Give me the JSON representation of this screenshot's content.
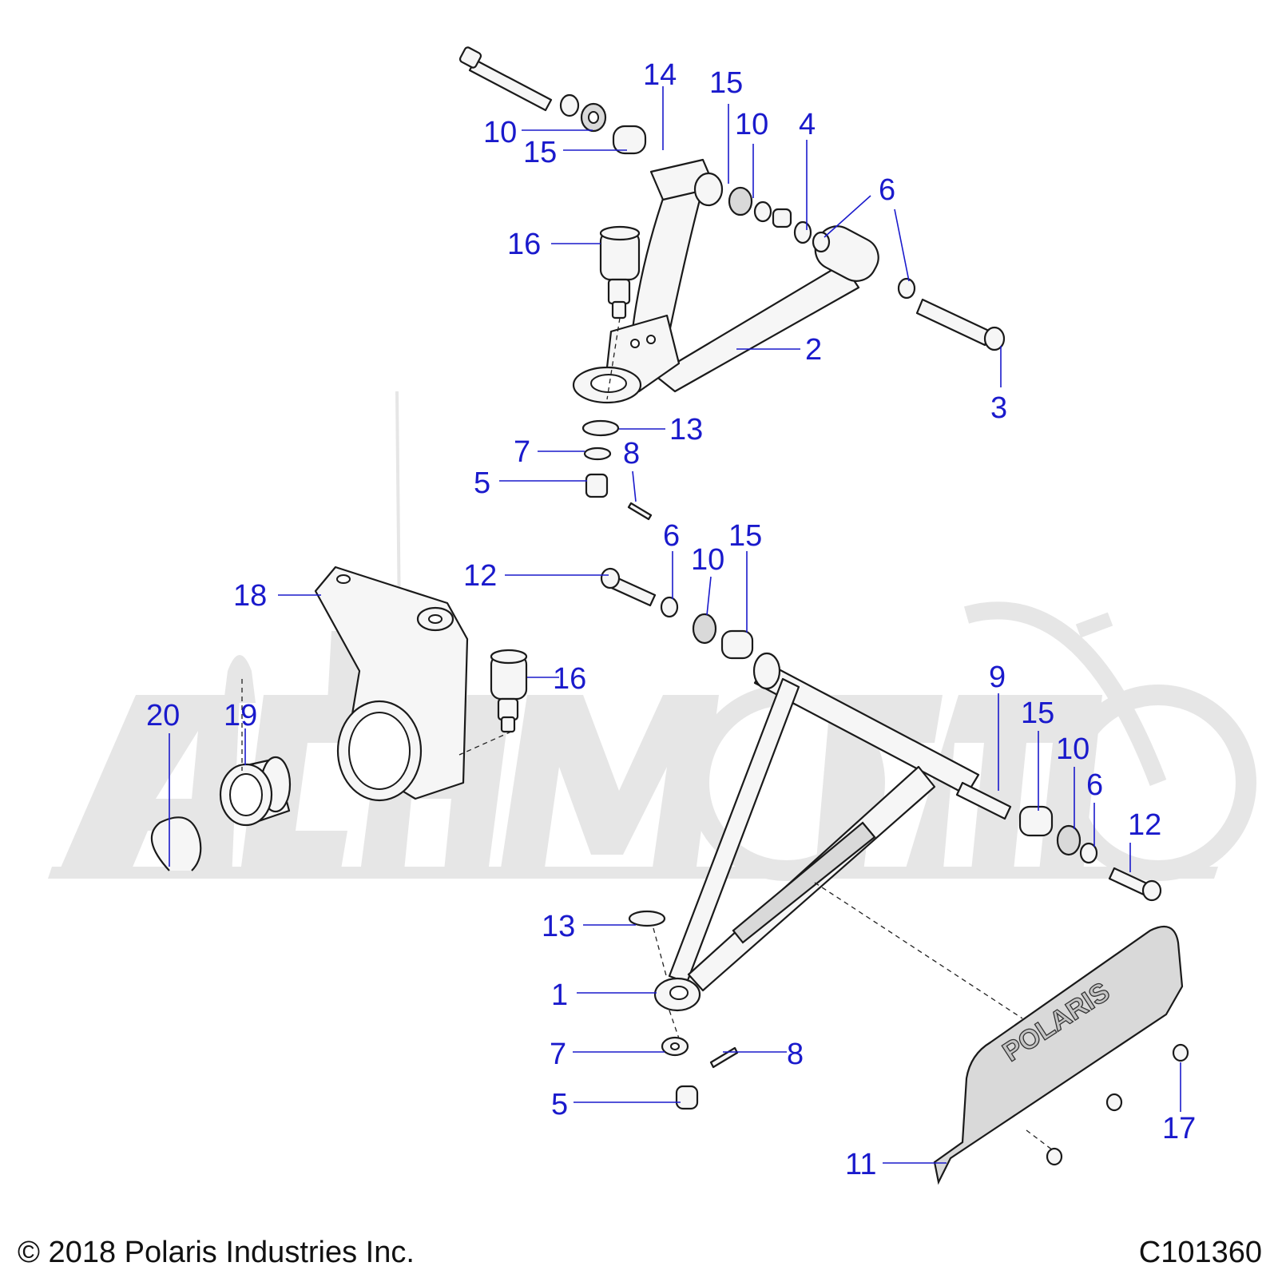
{
  "diagram": {
    "copyright": "© 2018 Polaris Industries Inc.",
    "figure_code": "C101360",
    "guard_brand": "POLARIS",
    "callouts": [
      "1",
      "2",
      "3",
      "4",
      "5",
      "5",
      "6",
      "6",
      "6",
      "7",
      "7",
      "8",
      "8",
      "9",
      "10",
      "10",
      "10",
      "10",
      "11",
      "12",
      "12",
      "13",
      "13",
      "14",
      "15",
      "15",
      "15",
      "15",
      "16",
      "16",
      "17",
      "18",
      "19",
      "20"
    ]
  }
}
